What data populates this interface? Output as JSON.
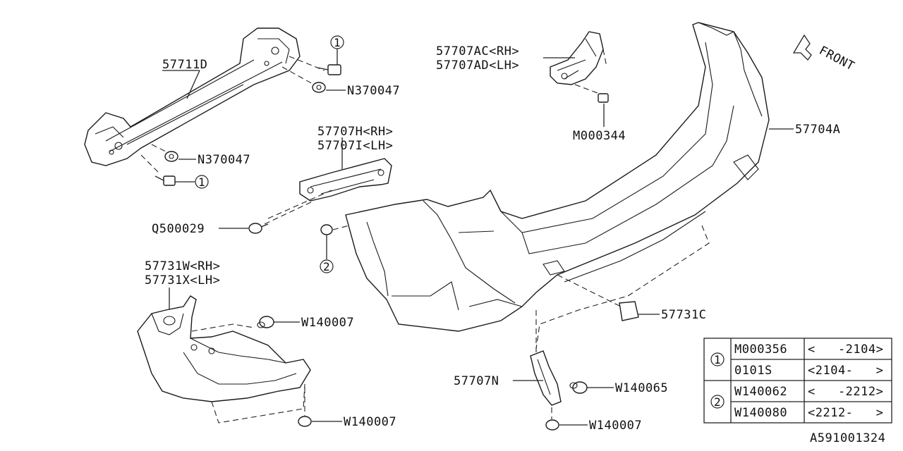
{
  "diagram_id": "A591001324",
  "front_label": "FRONT",
  "labels": {
    "reinforcement": "57711D",
    "nut_upper": "N370047",
    "nut_lower": "N370047",
    "callout1_upper": "1",
    "callout1_lower": "1",
    "callout2": "2",
    "bracket_side_rh": "57707H<RH>",
    "bracket_side_lh": "57707I<LH>",
    "screw_q": "Q500029",
    "bracket_upper_rh": "57707AC<RH>",
    "bracket_upper_lh": "57707AD<LH>",
    "bolt_m": "M000344",
    "bumper_face": "57704A",
    "cover_c": "57731C",
    "bracket_n": "57707N",
    "clip_w65": "W140065",
    "clip_w07_bottom_center": "W140007",
    "guard_rh": "57731W<RH>",
    "guard_lh": "57731X<LH>",
    "clip_w07_guard_upper": "W140007",
    "clip_w07_guard_lower": "W140007"
  },
  "legend_table": {
    "rows": [
      {
        "ref": "1",
        "part": "M000356",
        "range": "<   -2104>"
      },
      {
        "ref": "",
        "part": "0101S",
        "range": "<2104-   >"
      },
      {
        "ref": "2",
        "part": "W140062",
        "range": "<   -2212>"
      },
      {
        "ref": "",
        "part": "W140080",
        "range": "<2212-   >"
      }
    ]
  }
}
